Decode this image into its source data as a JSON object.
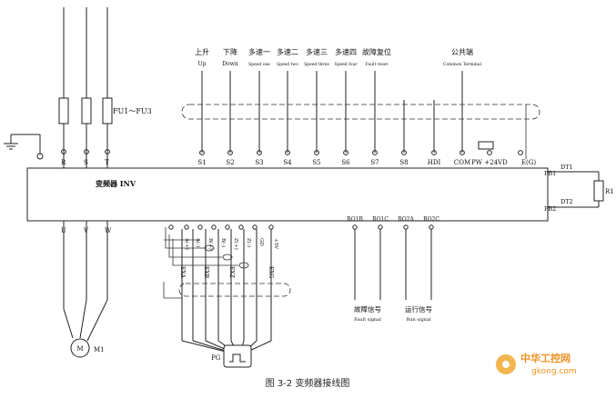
{
  "diagram": {
    "power_inputs": [
      "R",
      "S",
      "T"
    ],
    "fuse_label": "FU1～FU3",
    "control_inputs": [
      {
        "terminal": "S1",
        "cn": "上升",
        "en": "Up"
      },
      {
        "terminal": "S2",
        "cn": "下降",
        "en": "Down"
      },
      {
        "terminal": "S3",
        "cn": "多速一",
        "en": "Speed one"
      },
      {
        "terminal": "S4",
        "cn": "多速二",
        "en": "Speed two"
      },
      {
        "terminal": "S5",
        "cn": "多速三",
        "en": "Speed three"
      },
      {
        "terminal": "S6",
        "cn": "多速四",
        "en": "Speed four"
      },
      {
        "terminal": "S7",
        "cn": "故障复位",
        "en": "Fault reset"
      }
    ],
    "extra_terminals": [
      "S8",
      "HDI",
      "COM",
      "PW",
      "+24VD",
      "E(G)"
    ],
    "common_label": {
      "cn": "公共端",
      "en": "Common Terminal"
    },
    "inverter_label": "变频器 INV",
    "brake": {
      "pb1": "PB1",
      "pb2": "PB2",
      "dt1": "DT1",
      "dt2": "DT2",
      "resistor": "R1"
    },
    "outputs": [
      "U",
      "V",
      "W"
    ],
    "motor": {
      "symbol": "M",
      "label": "M1"
    },
    "encoder_terminals": [
      "A(+)",
      "A(-)",
      "B(+)",
      "B(-)",
      "Z(+)",
      "Z(-)",
      "GD",
      "+5V"
    ],
    "encoder_wires": [
      "EXA",
      "EXB",
      "EXZ",
      "EXG"
    ],
    "encoder_label": "PG",
    "relay_terminals": [
      "RO1B",
      "RO1C",
      "RO2A",
      "RO2C"
    ],
    "fault_signal": {
      "cn": "故障信号",
      "en": "Fault signal"
    },
    "run_signal": {
      "cn": "运行信号",
      "en": "Run signal"
    },
    "caption": "图 3-2 变频器接线图",
    "watermark": {
      "cn": "中华工控网",
      "url": "gkong.com"
    }
  }
}
